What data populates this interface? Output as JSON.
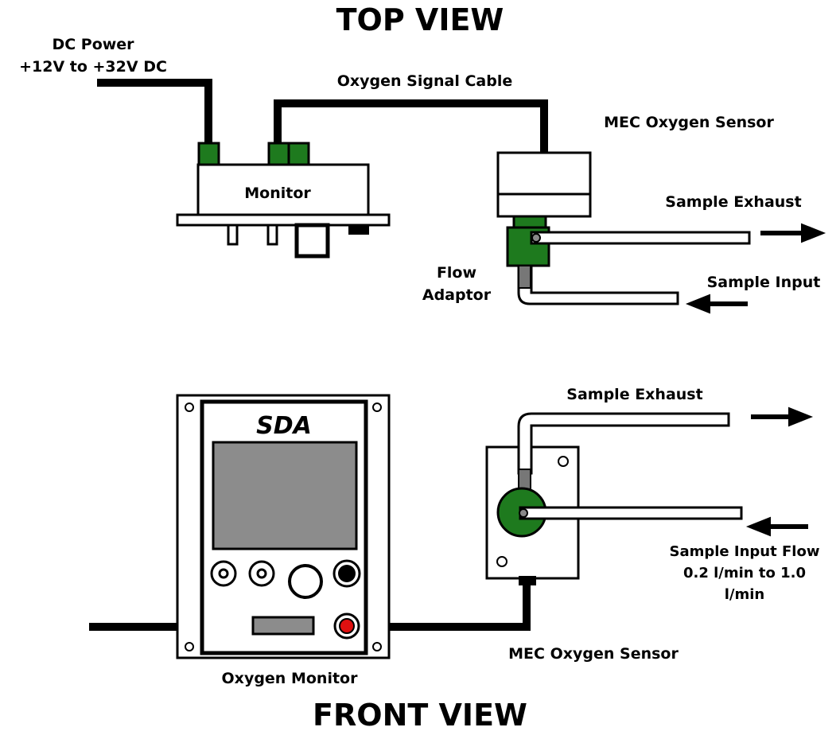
{
  "title_top": "TOP VIEW",
  "title_front": "FRONT VIEW",
  "top_view": {
    "dc_power_line1": "DC Power",
    "dc_power_line2": "+12V to +32V DC",
    "oxygen_signal_cable": "Oxygen Signal Cable",
    "mec_oxygen_sensor": "MEC Oxygen Sensor",
    "monitor": "Monitor",
    "sample_exhaust": "Sample Exhaust",
    "sample_input": "Sample Input",
    "flow_adaptor_line1": "Flow",
    "flow_adaptor_line2": "Adaptor"
  },
  "front_view": {
    "logo": "SDA",
    "sample_exhaust": "Sample Exhaust",
    "sample_input_flow_line1": "Sample Input Flow",
    "sample_input_flow_line2": "0.2 l/min to 1.0",
    "sample_input_flow_line3": "l/min",
    "oxygen_monitor": "Oxygen Monitor",
    "mec_oxygen_sensor": "MEC Oxygen Sensor"
  },
  "colors": {
    "connector_green": "#1e7a1e",
    "screen_gray": "#8c8c8c",
    "tube_gray": "#777777",
    "button_red": "#e01010",
    "line_black": "#000000"
  }
}
